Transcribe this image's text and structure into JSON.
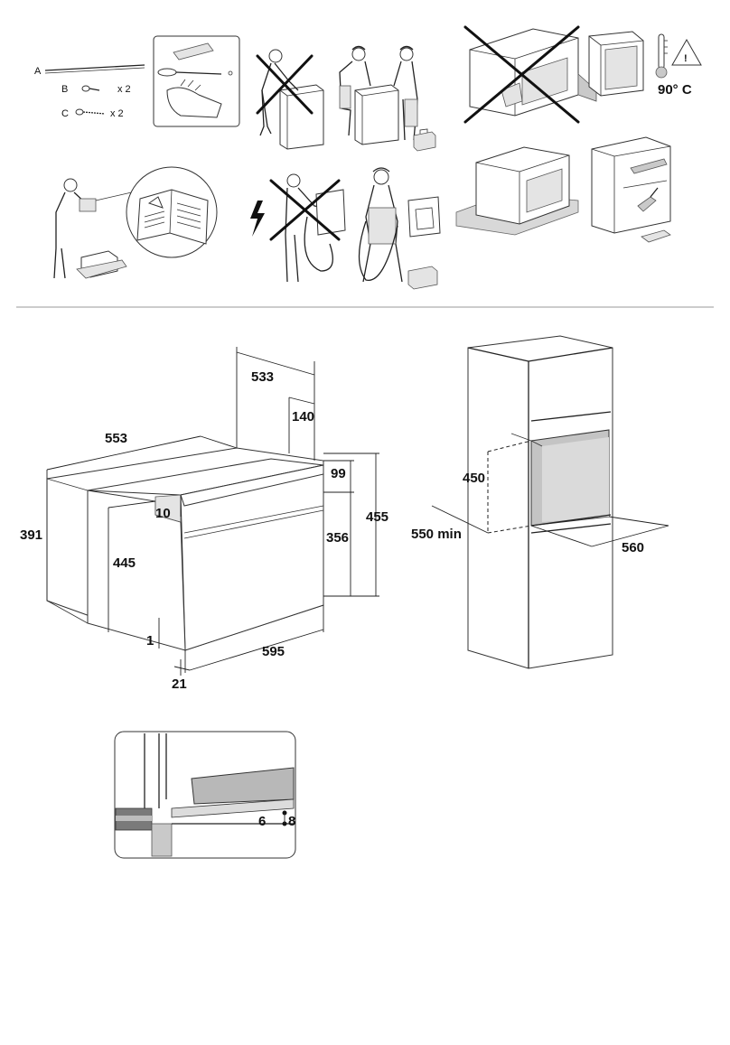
{
  "accessories": {
    "part_a": "A",
    "part_b": "B",
    "part_c": "C",
    "qty_b": "x 2",
    "qty_c": "x 2"
  },
  "safety": {
    "temperature": "90° C"
  },
  "oven_dimensions": {
    "depth_total": "533",
    "depth_front": "140",
    "width_side": "553",
    "top_gap": "99",
    "height_total": "455",
    "height_side": "391",
    "height_inner": "445",
    "offset_10": "10",
    "height_front": "356",
    "bottom_1": "1",
    "width_front": "595",
    "front_21": "21"
  },
  "cabinet_dimensions": {
    "niche_height": "450",
    "niche_depth": "550 min",
    "niche_width": "560"
  },
  "detail": {
    "gap_6": "6",
    "gap_8": "8"
  }
}
